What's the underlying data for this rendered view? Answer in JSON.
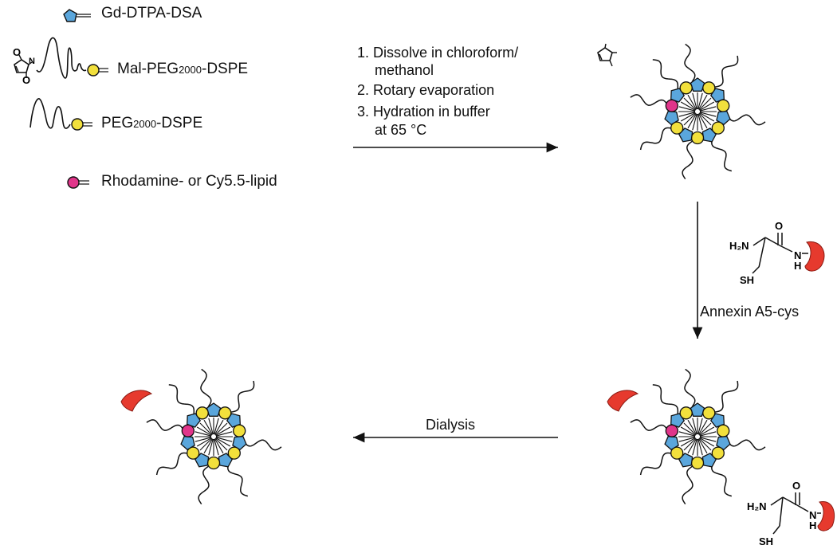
{
  "legend": {
    "gd_dtpa_dsa": "Gd-DTPA-DSA",
    "mal_peg": {
      "prefix": "Mal-PEG",
      "sub": "2000",
      "suffix": "-DSPE"
    },
    "peg": {
      "prefix": "PEG",
      "sub": "2000",
      "suffix": "-DSPE"
    },
    "dye_lipid": "Rhodamine- or Cy5.5-lipid"
  },
  "steps": {
    "step1_line1": "1. Dissolve in chloroform/",
    "step1_line2": "methanol",
    "step2": "2. Rotary evaporation",
    "step3_line1": "3. Hydration in buffer",
    "step3_line2": "at 65 °C"
  },
  "conjugation_label": "Annexin A5-cys",
  "dialysis_label": "Dialysis",
  "structure_text": {
    "amine": "H₂N",
    "oxygen": "O",
    "nh_n": "N",
    "nh_h": "H",
    "thiol": "SH"
  },
  "colors": {
    "gd_pentagon": "#5aa6dc",
    "peg_bead": "#f2e03c",
    "rhodamine_bead": "#e0358a",
    "annexin": "#e63a2e"
  }
}
